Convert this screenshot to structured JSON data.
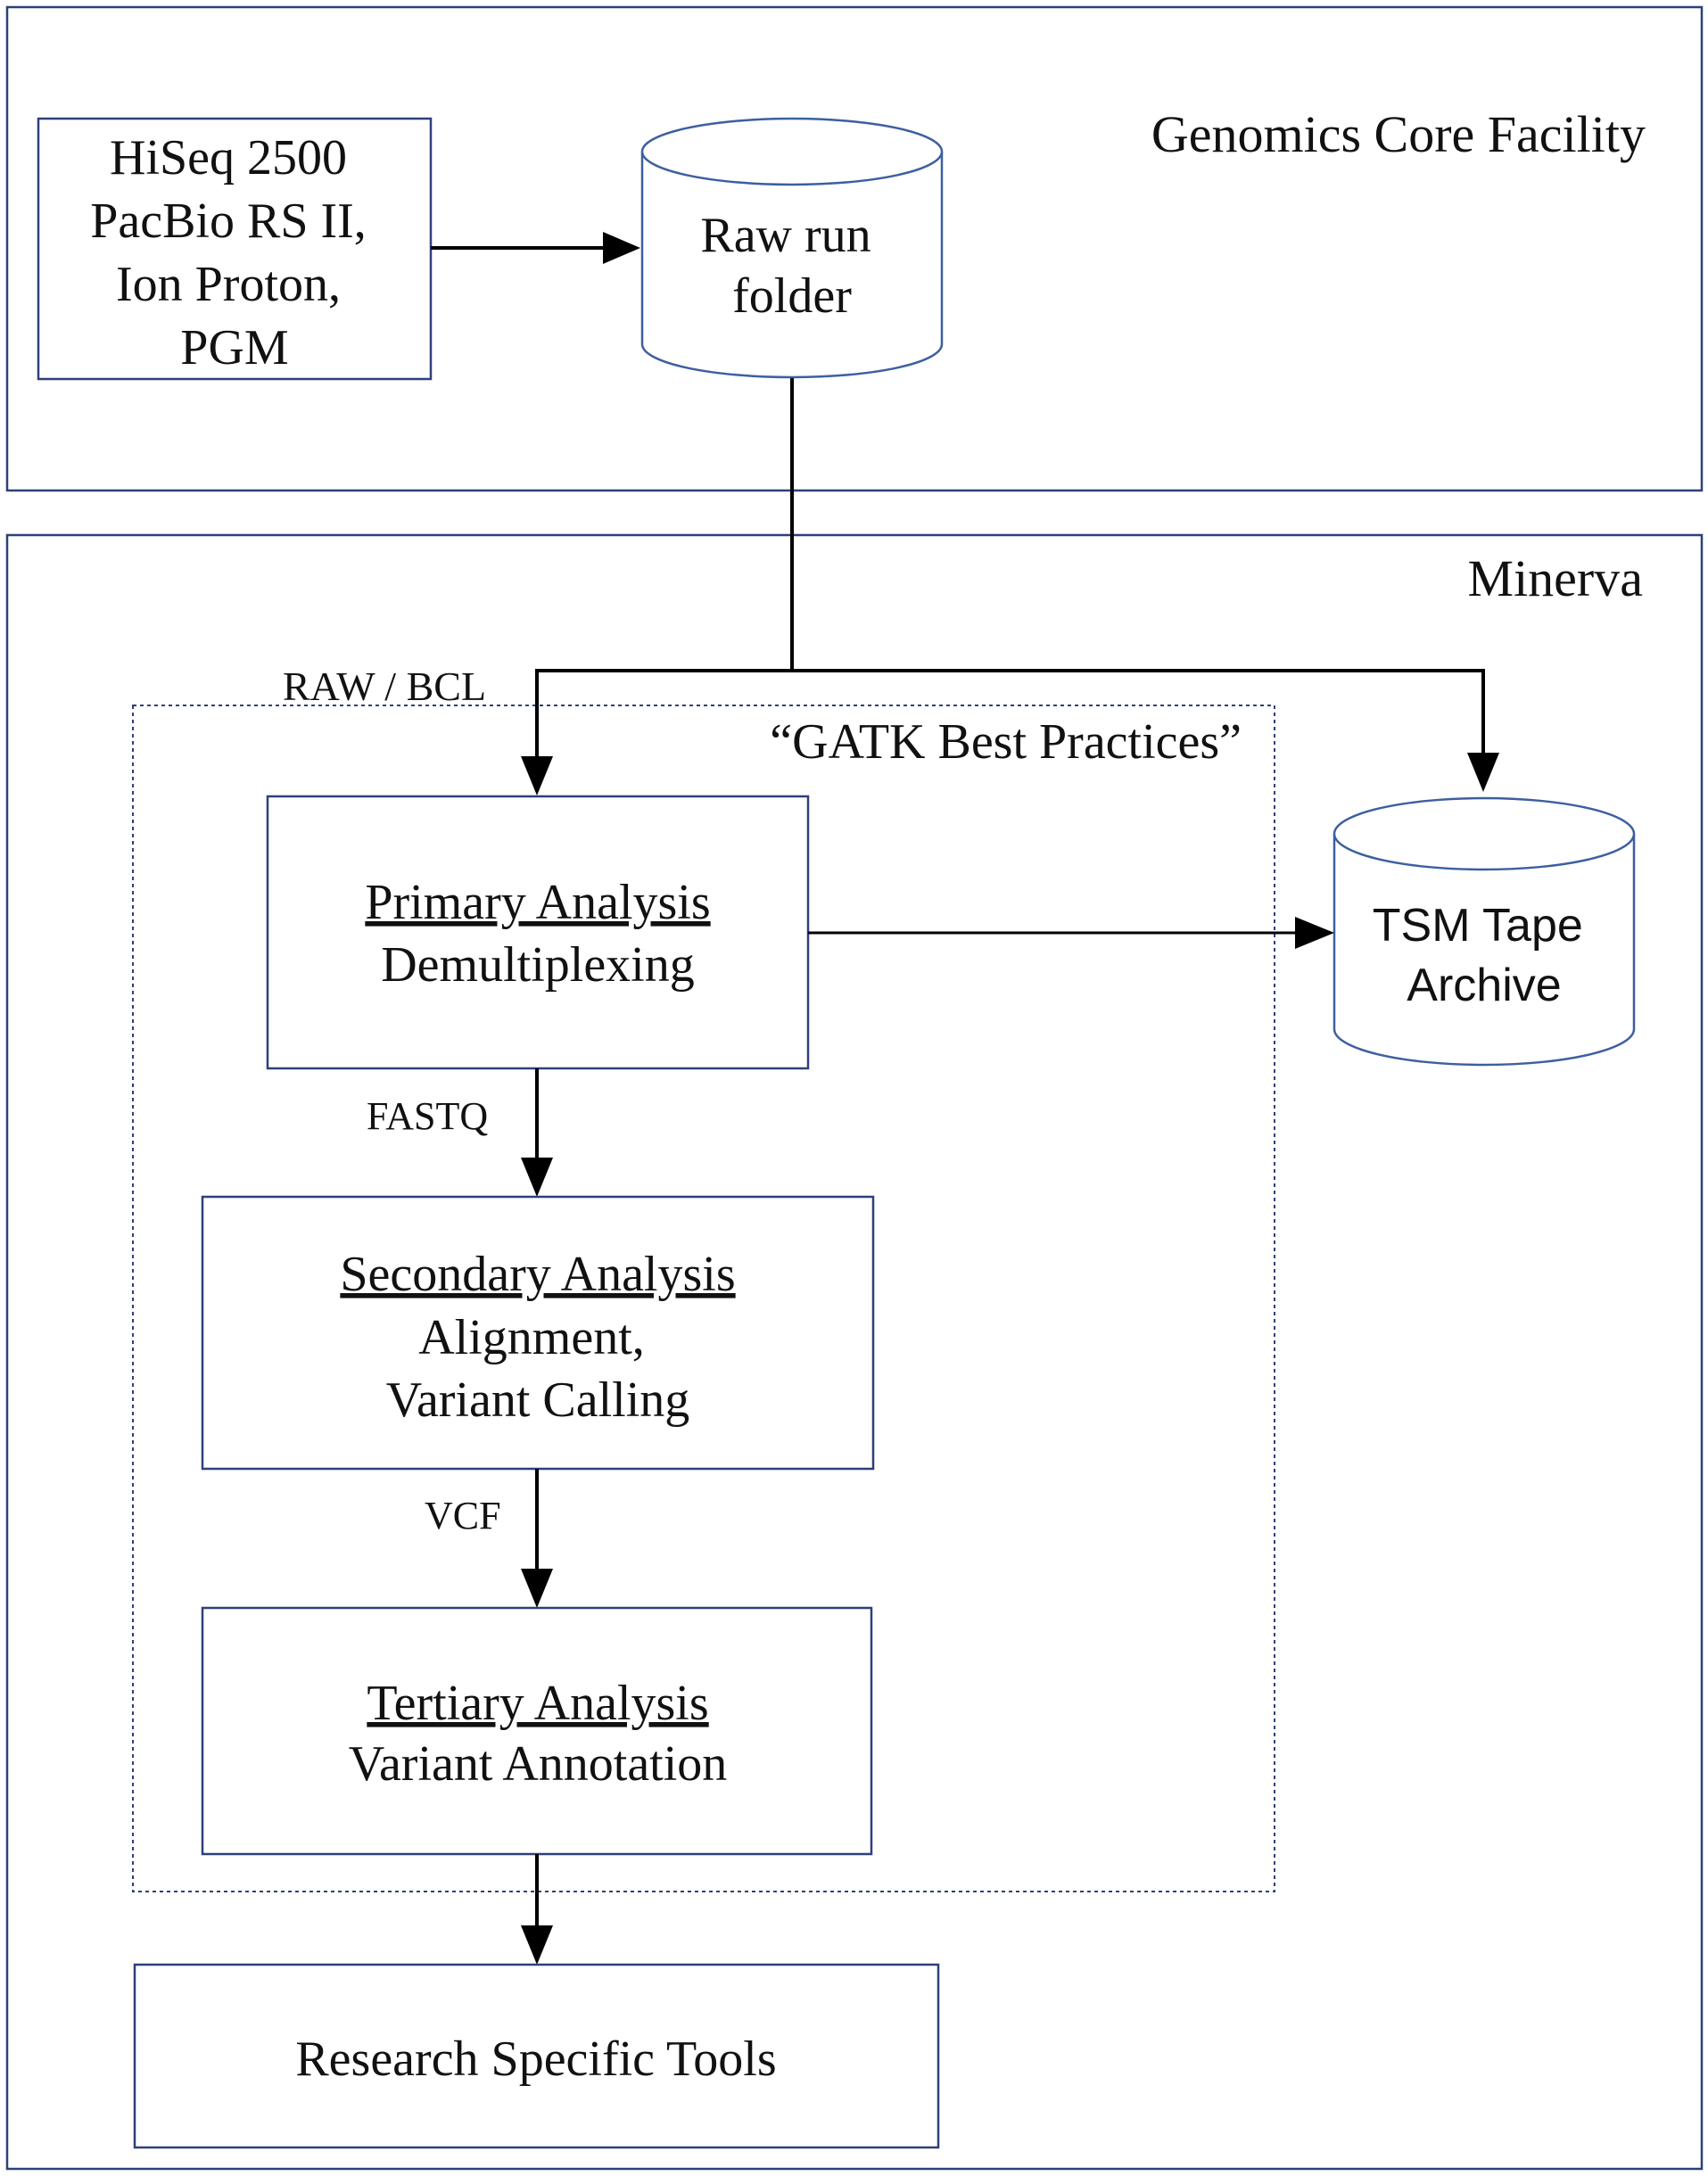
{
  "zones": {
    "core_facility": "Genomics Core Facility",
    "minerva": "Minerva",
    "gatk": "“GATK Best Practices”"
  },
  "instruments": [
    "HiSeq 2500",
    "PacBio RS II,",
    "Ion Proton,",
    "PGM"
  ],
  "raw_run_folder": [
    "Raw run",
    "folder"
  ],
  "tape_archive": [
    "TSM Tape",
    "Archive"
  ],
  "edge_labels": {
    "raw": "RAW / BCL",
    "fastq": "FASTQ",
    "vcf": "VCF"
  },
  "primary": {
    "title": "Primary Analysis",
    "lines": [
      "Demultiplexing"
    ]
  },
  "secondary": {
    "title": "Secondary Analysis",
    "lines": [
      "Alignment,",
      "Variant Calling"
    ]
  },
  "tertiary": {
    "title": "Tertiary Analysis",
    "lines": [
      "Variant Annotation"
    ]
  },
  "research": "Research Specific Tools",
  "colors": {
    "box_border": "#2f3f7c",
    "cylinder_border": "#3d5fa0",
    "arrows": "#000000"
  }
}
